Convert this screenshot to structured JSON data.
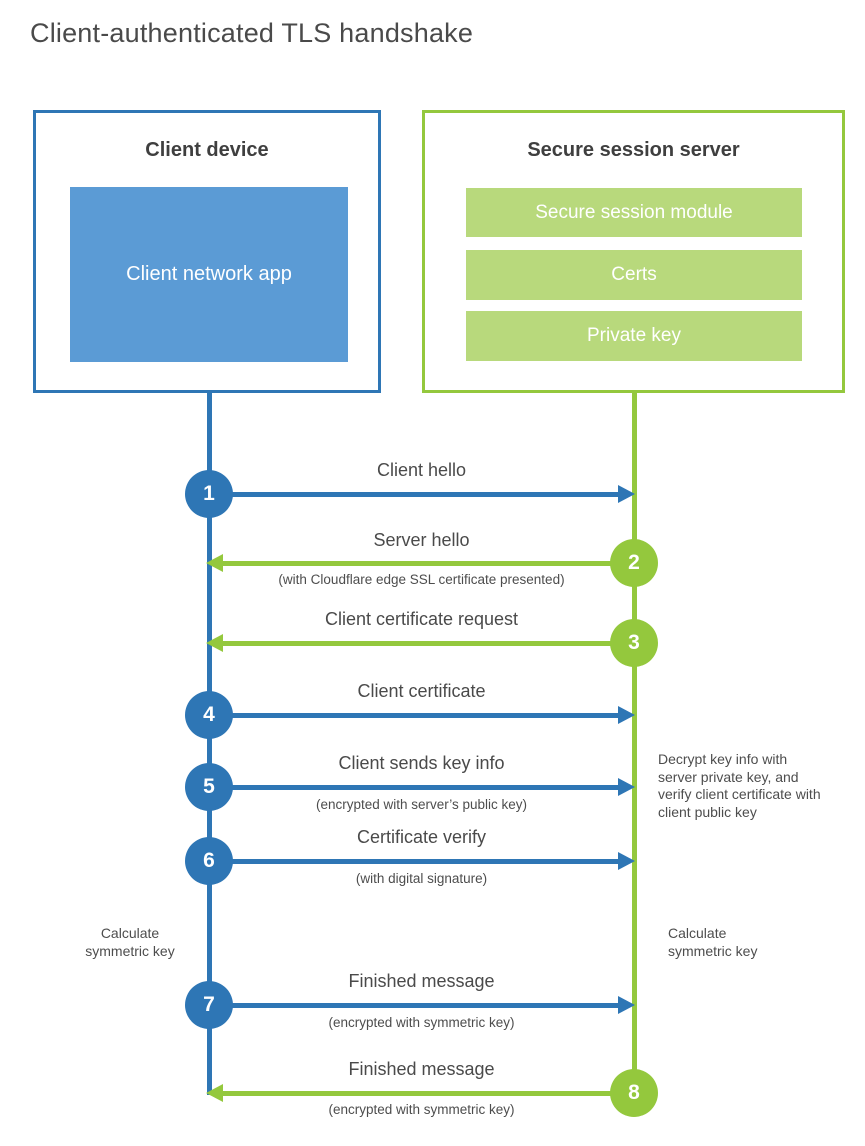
{
  "title": "Client-authenticated TLS handshake",
  "colors": {
    "blue": "#2e76b5",
    "light_blue": "#5b9bd5",
    "green": "#94c83d",
    "light_green": "#b8d97c"
  },
  "client_box": {
    "title": "Client device",
    "app_label": "Client network app"
  },
  "server_box": {
    "title": "Secure session server",
    "modules": [
      {
        "label": "Secure session module"
      },
      {
        "label": "Certs"
      },
      {
        "label": "Private key"
      }
    ]
  },
  "steps": [
    {
      "num": "1",
      "label": "Client hello",
      "sublabel": "",
      "from": "client",
      "to": "server"
    },
    {
      "num": "2",
      "label": "Server hello",
      "sublabel": "(with Cloudflare edge SSL certificate presented)",
      "from": "server",
      "to": "client"
    },
    {
      "num": "3",
      "label": "Client certificate request",
      "sublabel": "",
      "from": "server",
      "to": "client"
    },
    {
      "num": "4",
      "label": "Client certificate",
      "sublabel": "",
      "from": "client",
      "to": "server"
    },
    {
      "num": "5",
      "label": "Client sends key info",
      "sublabel": "(encrypted with server’s public key)",
      "from": "client",
      "to": "server"
    },
    {
      "num": "6",
      "label": "Certificate verify",
      "sublabel": "(with digital signature)",
      "from": "client",
      "to": "server"
    },
    {
      "num": "7",
      "label": "Finished message",
      "sublabel": "(encrypted with symmetric key)",
      "from": "client",
      "to": "server"
    },
    {
      "num": "8",
      "label": "Finished message",
      "sublabel": "(encrypted with symmetric key)",
      "from": "server",
      "to": "client"
    }
  ],
  "annotations": {
    "left_calc": "Calculate\nsymmetric key",
    "right_calc": "Calculate\nsymmetric key",
    "decrypt_note": "Decrypt key info with server private key, and verify client certificate with client public key"
  }
}
